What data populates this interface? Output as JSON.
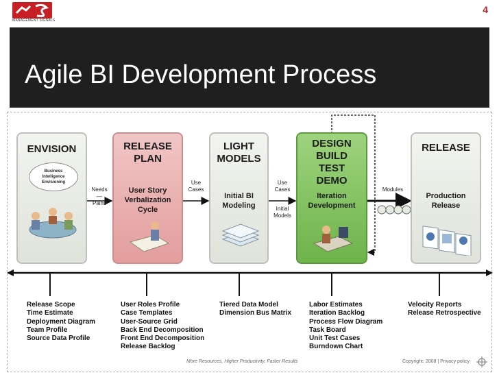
{
  "header": {
    "logo_label": "MANAGEMENT SIGNALS",
    "page_number": "4"
  },
  "title": "Agile BI Development Process",
  "stages": [
    {
      "title": "ENVISION",
      "sub": "",
      "bubble": "Business\nIntelligence\nEnvisioning",
      "items": [
        "Release Scope",
        "Time Estimate",
        "Deployment Diagram",
        "Team Profile",
        "Source Data Profile"
      ]
    },
    {
      "title": "RELEASE\nPLAN",
      "sub": "User Story\nVerbalization\nCycle",
      "items": [
        "User Roles Profile",
        "Case Templates",
        "User-Source Grid",
        "Back End Decomposition",
        "Front End Decomposition",
        "Release Backlog"
      ]
    },
    {
      "title": "LIGHT\nMODELS",
      "sub": "Initial BI\nModeling",
      "items": [
        "Tiered Data Model",
        "Dimension Bus Matrix"
      ]
    },
    {
      "title": "DESIGN\nBUILD\nTEST\nDEMO",
      "sub": "Iteration\nDevelopment",
      "items": [
        "Labor Estimates",
        "Iteration Backlog",
        "Process Flow Diagram",
        "Task Board",
        "Unit Test Cases",
        "Burndown Chart"
      ]
    },
    {
      "title": "RELEASE",
      "sub": "Production\nRelease",
      "items": [
        "Velocity Reports",
        "Release Retrospective"
      ]
    }
  ],
  "connectors": {
    "needs_pains": "Needs\n—\nPains",
    "use_cases_1": "Use\nCases",
    "use_cases_2": "Use\nCases",
    "initial_models": "Initial\nModels",
    "modules": "Modules"
  },
  "footer": {
    "tagline": "More Resources, Higher Productivity, Faster Results",
    "copyright": "Copyright: 2008 | Privacy policy"
  },
  "colors": {
    "brand_red": "#c62026",
    "title_band": "#1f1f1f",
    "release_plan_fill": "#e39d9d",
    "demo_fill": "#6db34a"
  }
}
